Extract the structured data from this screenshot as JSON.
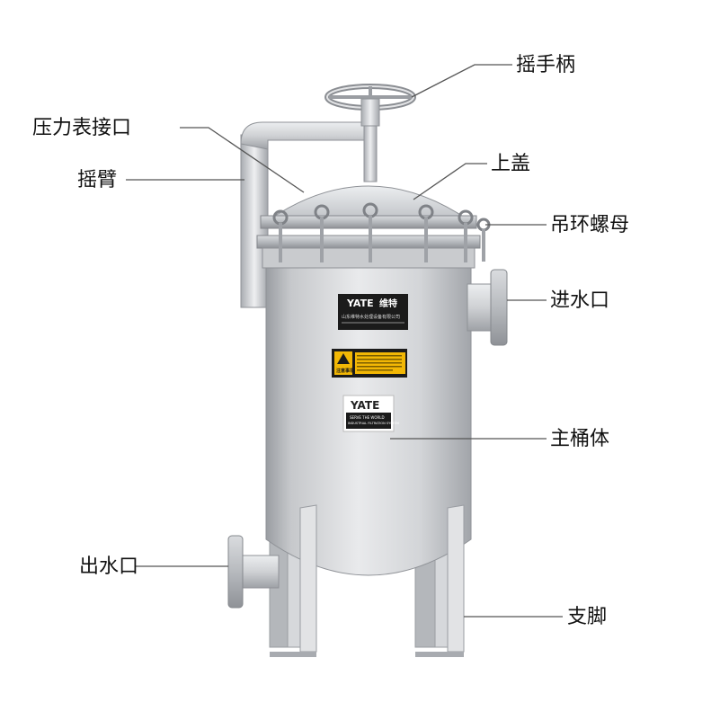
{
  "labels": {
    "handle": "摇手柄",
    "gauge_port": "压力表接口",
    "arm": "摇臂",
    "lid": "上盖",
    "eyebolt_nut": "吊环螺母",
    "inlet": "进水口",
    "body": "主桶体",
    "outlet": "出水口",
    "legs": "支脚"
  },
  "nameplate": {
    "brand": "YATE",
    "brand_cn": "维特",
    "company": "山东维特水处理设备有限公司"
  },
  "warning": {
    "title": "注意事项"
  },
  "badge": {
    "brand": "YATE",
    "line1": "SERVE THE WORLD",
    "line2": "INDUSTRIAL FILTRATION SYSTEM"
  },
  "colors": {
    "steel_light": "#e4e5e7",
    "steel_mid": "#c3c5c8",
    "steel_dark": "#8d9095",
    "warning_yellow": "#f2b705"
  }
}
